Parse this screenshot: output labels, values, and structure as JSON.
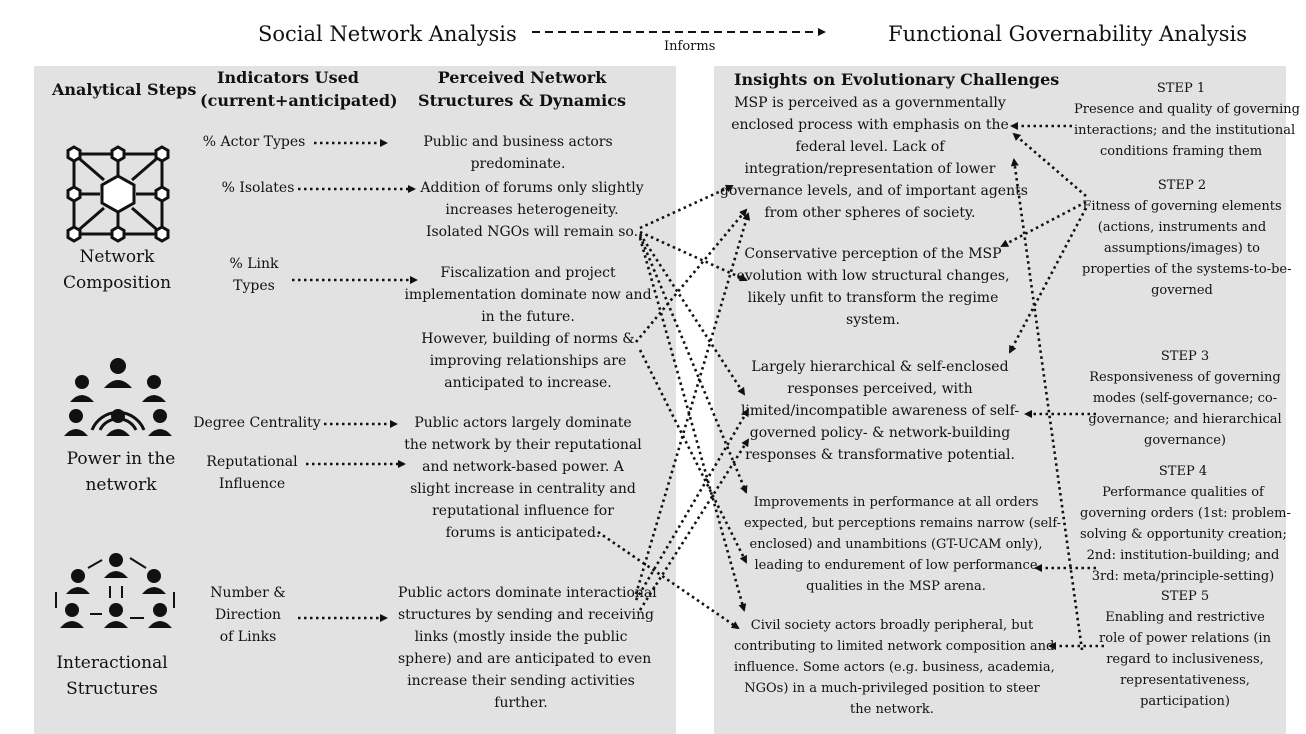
{
  "header": {
    "left_title": "Social Network Analysis",
    "right_title": "Functional Governability Analysis",
    "arrow_label": "Informs"
  },
  "left_columns": {
    "steps_heading": "Analytical Steps",
    "indicators_heading": [
      "Indicators Used",
      "(current+anticipated)"
    ],
    "structures_heading": [
      "Perceived Network",
      "Structures & Dynamics"
    ]
  },
  "analytical_steps": [
    {
      "label": [
        "Network",
        "Composition"
      ],
      "icon": "network-grid-icon"
    },
    {
      "label": [
        "Power in the",
        "network"
      ],
      "icon": "power-people-icon"
    },
    {
      "label": [
        "Interactional",
        "Structures"
      ],
      "icon": "interaction-people-icon"
    }
  ],
  "indicators": [
    [
      "% Actor Types"
    ],
    [
      "% Isolates"
    ],
    [
      "% Link",
      "Types"
    ],
    [
      "Degree Centrality"
    ],
    [
      "Reputational",
      "Influence"
    ],
    [
      "Number &",
      "Direction",
      "of Links"
    ]
  ],
  "perceived": [
    [
      "Public and business actors",
      "predominate."
    ],
    [
      "Addition of forums  only slightly",
      "increases  heterogeneity.",
      "Isolated NGOs will remain so."
    ],
    [
      "Fiscalization and project",
      "implementation  dominate now  and",
      "in the future.",
      "However, building of norms &",
      "improving relationships are",
      "anticipated to increase."
    ],
    [
      "Public actors largely dominate",
      "the network by their reputational",
      "and network-based power. A",
      "slight increase in centrality and",
      "reputational influence for",
      "forums is anticipated."
    ],
    [
      "Public actors dominate interactional",
      "structures by sending and receiving",
      "links (mostly inside the public",
      "sphere) and are anticipated to even",
      "increase their sending activities",
      "further."
    ]
  ],
  "insights_heading": "Insights on Evolutionary Challenges",
  "insights": [
    [
      "MSP is perceived as a governmentally",
      "enclosed process with emphasis on the",
      "federal level. Lack of",
      "integration/representation of lower",
      "governance levels, and of important agents",
      "from other spheres of society."
    ],
    [
      "Conservative perception of the MSP",
      "evolution with low structural changes,",
      "likely unfit to  transform the regime",
      "system."
    ],
    [
      "Largely hierarchical & self-enclosed",
      "responses perceived, with",
      "limited/incompatible awareness of self-",
      "governed policy- & network-building",
      "responses & transformative potential."
    ],
    [
      "Improvements in performance at all orders",
      "expected, but perceptions remains narrow (self-",
      "enclosed) and unambitions  (GT-UCAM only),",
      "leading to endurement of low performance",
      "qualities in the MSP arena."
    ],
    [
      "Civil society actors broadly peripheral, but",
      "contributing to limited network composition and",
      "influence. Some actors (e.g. business, academia,",
      "NGOs) in a much-privileged position to steer",
      "the network."
    ]
  ],
  "steps": [
    {
      "title": "STEP 1",
      "text": [
        "Presence and quality of governing",
        "interactions; and the institutional",
        "conditions framing them"
      ]
    },
    {
      "title": "STEP 2",
      "text": [
        "Fitness of governing elements",
        "(actions, instruments and",
        "assumptions/images) to",
        "properties of the systems-to-be-",
        "governed"
      ]
    },
    {
      "title": "STEP 3",
      "text": [
        "Responsiveness of governing",
        "modes (self-governance; co-",
        "governance; and hierarchical",
        "governance)"
      ]
    },
    {
      "title": "STEP 4",
      "text": [
        "Performance qualities of",
        "governing orders (1st: problem-",
        "solving & opportunity creation;",
        "2nd: institution-building; and",
        "3rd: meta/principle-setting)"
      ]
    },
    {
      "title": "STEP 5",
      "text": [
        "Enabling and restrictive",
        "role of power relations (in",
        "regard to inclusiveness,",
        "representativeness,",
        "participation)"
      ]
    }
  ]
}
